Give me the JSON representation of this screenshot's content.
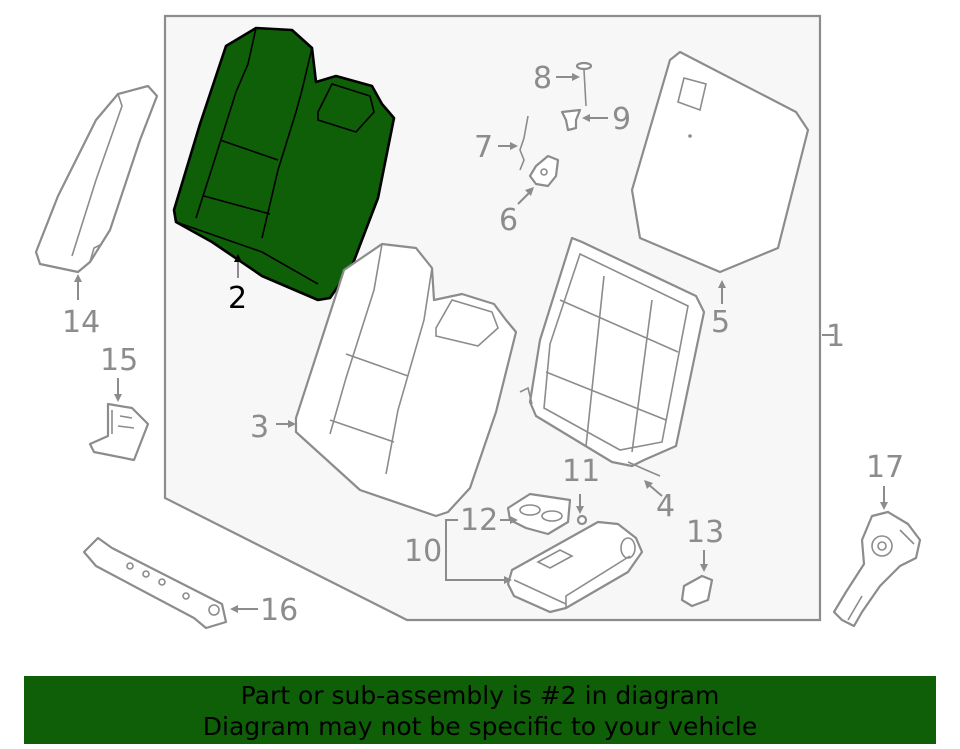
{
  "callouts": {
    "c1": "1",
    "c2": "2",
    "c3": "3",
    "c4": "4",
    "c5": "5",
    "c6": "6",
    "c7": "7",
    "c8": "8",
    "c9": "9",
    "c10": "10",
    "c11": "11",
    "c12": "12",
    "c13": "13",
    "c14": "14",
    "c15": "15",
    "c16": "16",
    "c17": "17"
  },
  "highlighted_part": "2",
  "colors": {
    "highlight": "#0f5e08",
    "line": "#8c8c8c",
    "panel": "#f7f7f7"
  },
  "banner": {
    "line1": "Part or sub-assembly is #2 in diagram",
    "line2": "Diagram may not be specific to your vehicle"
  }
}
